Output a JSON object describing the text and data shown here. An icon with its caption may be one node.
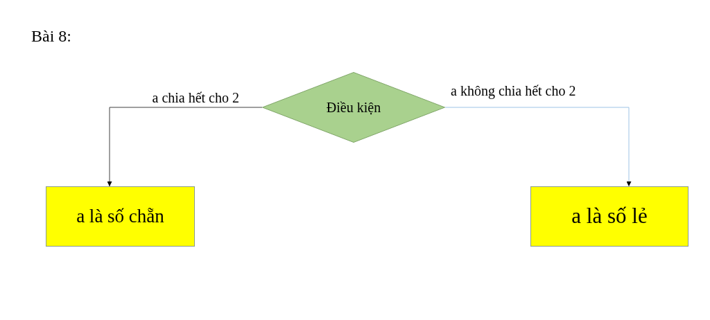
{
  "diagram": {
    "title": "Bài 8:",
    "nodes": [
      {
        "text": [
          "Điều kiện"
        ]
      },
      {
        "text": [
          "a là số chẵn"
        ]
      },
      {
        "text": [
          "a là số lẻ"
        ]
      }
    ],
    "edges": [
      {
        "from": 0,
        "to": 1,
        "arrow": "to",
        "label": "a chia hết cho 2"
      },
      {
        "from": 0,
        "to": 2,
        "arrow": "to",
        "label": "a không chia hết cho 2",
        "color": "#9dc3e6"
      }
    ]
  }
}
